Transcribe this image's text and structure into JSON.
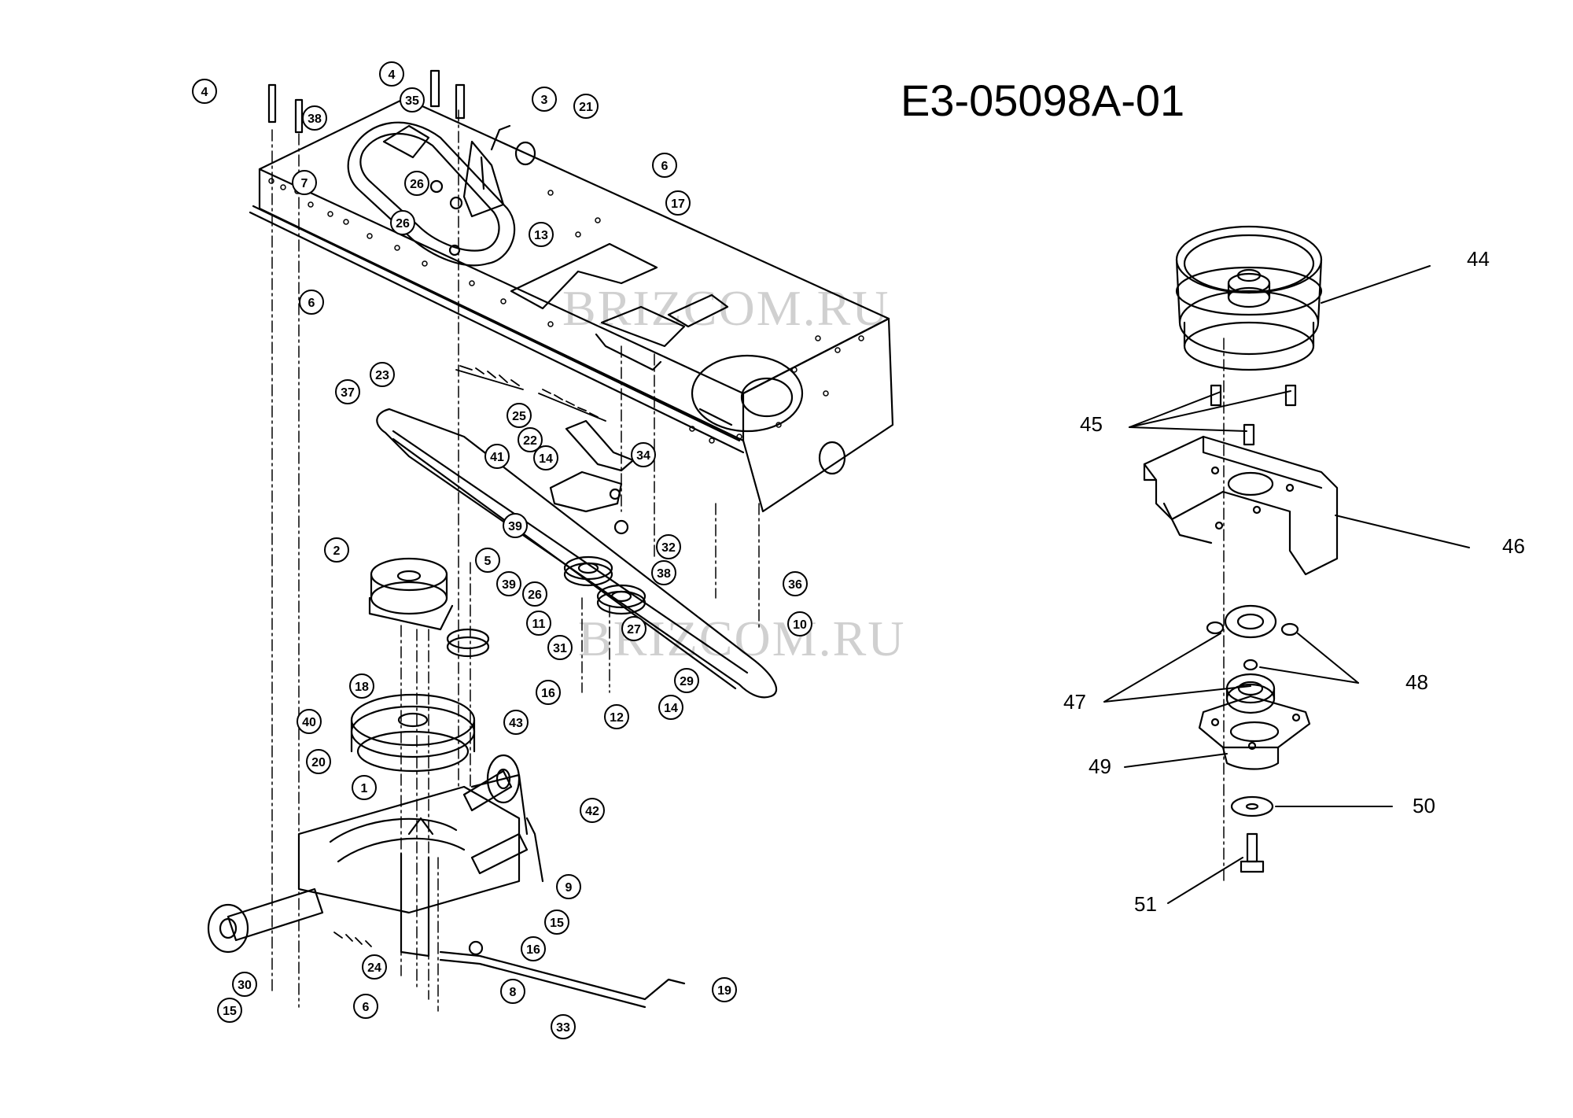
{
  "title": "E3-05098A-01",
  "watermark": "BRIZCOM.RU",
  "circled_labels": [
    "4",
    "4",
    "38",
    "35",
    "3",
    "21",
    "7",
    "26",
    "26",
    "13",
    "6",
    "17",
    "6",
    "23",
    "37",
    "25",
    "22",
    "14",
    "41",
    "34",
    "32",
    "2",
    "39",
    "5",
    "39",
    "38",
    "26",
    "11",
    "27",
    "31",
    "10",
    "36",
    "29",
    "16",
    "12",
    "14",
    "18",
    "43",
    "40",
    "20",
    "1",
    "42",
    "9",
    "15",
    "16",
    "24",
    "30",
    "15",
    "6",
    "8",
    "19",
    "33"
  ],
  "plain_labels": [
    "44",
    "45",
    "46",
    "47",
    "48",
    "49",
    "50",
    "51"
  ]
}
